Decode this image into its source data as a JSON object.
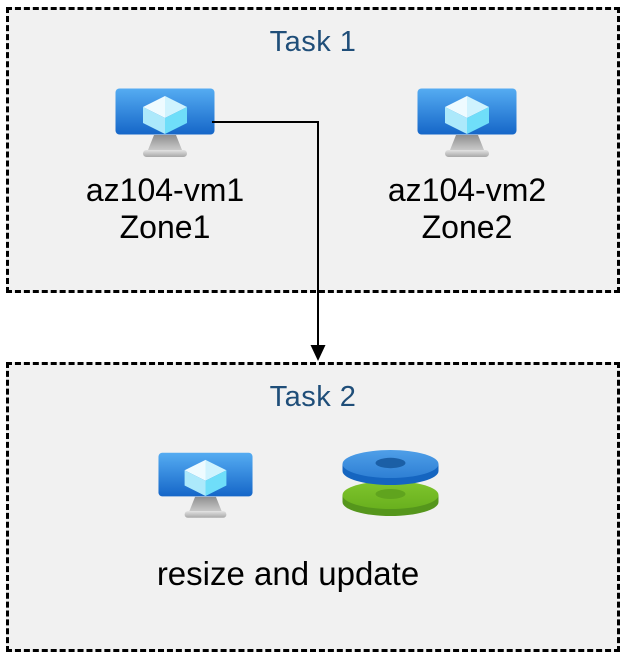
{
  "task1": {
    "title": "Task 1",
    "vms": [
      {
        "name": "az104-vm1",
        "zone": "Zone1",
        "icon": "virtual-machine-icon"
      },
      {
        "name": "az104-vm2",
        "zone": "Zone2",
        "icon": "virtual-machine-icon"
      }
    ]
  },
  "connector": {
    "type": "elbow-arrow",
    "from": "az104-vm1",
    "to": "task2-box"
  },
  "task2": {
    "title": "Task 2",
    "caption": "resize and update",
    "icons": [
      "virtual-machine-icon",
      "managed-disks-icon"
    ]
  },
  "colors": {
    "title_text": "#1f4e79",
    "box_fill": "#f1f1f1",
    "box_border": "#000000",
    "label_text": "#000000",
    "vm_screen_top": "#4fa7f0",
    "vm_screen_bottom": "#1566c8",
    "cube_left": "#ace9fb",
    "cube_right": "#6fdef9",
    "disk_blue_top": "#3b8adf",
    "disk_blue_side": "#1565c0",
    "disk_green_top": "#74bb27",
    "disk_green_side": "#55961c",
    "arrow": "#000000"
  }
}
